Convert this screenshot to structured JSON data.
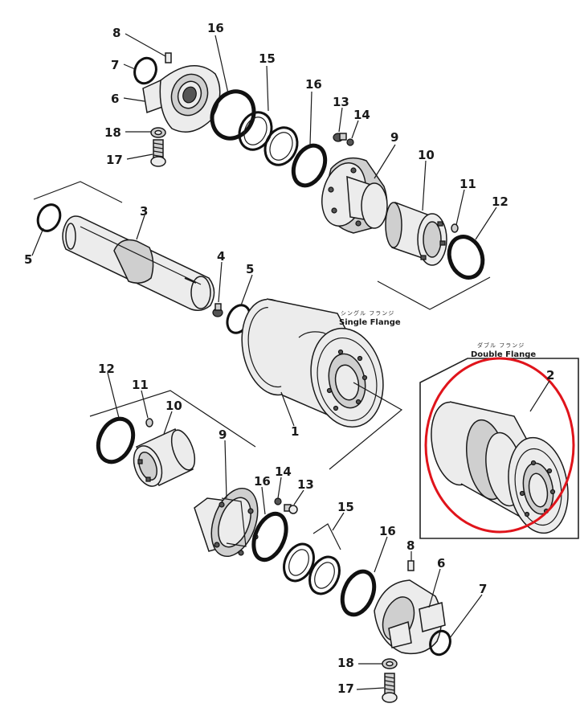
{
  "labels": {
    "n1": "1",
    "n2": "2",
    "n3": "3",
    "n4": "4",
    "n5a": "5",
    "n5b": "5",
    "n6a": "6",
    "n6b": "6",
    "n7a": "7",
    "n7b": "7",
    "n8a": "8",
    "n8b": "8",
    "n9a": "9",
    "n9b": "9",
    "n10a": "10",
    "n10b": "10",
    "n11a": "11",
    "n11b": "11",
    "n12a": "12",
    "n12b": "12",
    "n13a": "13",
    "n13b": "13",
    "n14a": "14",
    "n14b": "14",
    "n15a": "15",
    "n15b": "15",
    "n16a": "16",
    "n16b": "16",
    "n16c": "16",
    "n16d": "16",
    "n17a": "17",
    "n17b": "17",
    "n18a": "18",
    "n18b": "18"
  },
  "captions": {
    "single_jp": "シングル フランジ",
    "single": "Single Flange",
    "double_jp": "ダブル フランジ",
    "double": "Double Flange"
  },
  "colors": {
    "highlight": "#e0141b",
    "ink": "#1a1a1a"
  }
}
